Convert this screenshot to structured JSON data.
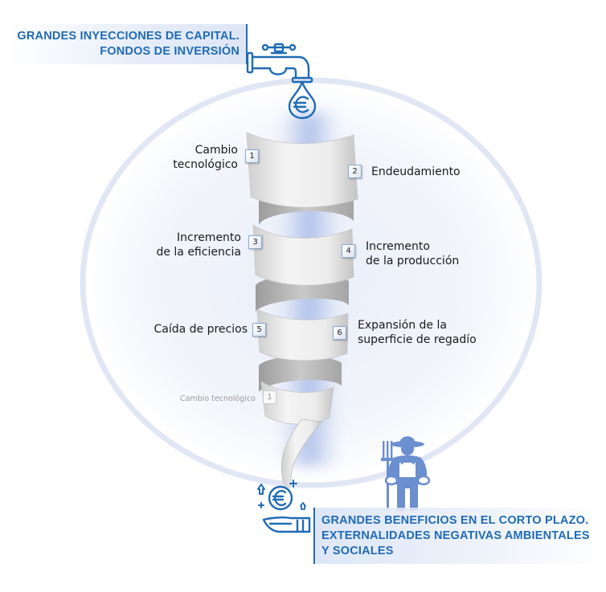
{
  "header": {
    "line1": "GRANDES INYECCIONES DE CAPITAL.",
    "line2": "FONDOS DE INVERSIÓN",
    "icon": "faucet-euro-drop-icon"
  },
  "steps": [
    {
      "number": "1",
      "line1": "Cambio",
      "line2": "tecnológico"
    },
    {
      "number": "2",
      "line1": "Endeudamiento",
      "line2": ""
    },
    {
      "number": "3",
      "line1": "Incremento",
      "line2": "de la eficiencia"
    },
    {
      "number": "4",
      "line1": "Incremento",
      "line2": "de la producción"
    },
    {
      "number": "5",
      "line1": "Caída de precios",
      "line2": ""
    },
    {
      "number": "6",
      "line1": "Expansión de la",
      "line2": "superficie de regadío"
    }
  ],
  "repeat_step": {
    "number": "1",
    "label": "Cambio tecnológico"
  },
  "footer": {
    "line1": "GRANDES BENEFICIOS EN EL CORTO PLAZO.",
    "line2": "EXTERNALIDADES NEGATIVAS AMBIENTALES",
    "line3": "Y SOCIALES",
    "icons": [
      "hand-euro-coin-icon",
      "farmer-empty-pockets-icon"
    ]
  },
  "colors": {
    "accent_blue": "#1f6bb5",
    "farmer_blue": "#6b8fcf",
    "ring": "#e1e6f5",
    "ribbon": "#d9d9d9"
  }
}
